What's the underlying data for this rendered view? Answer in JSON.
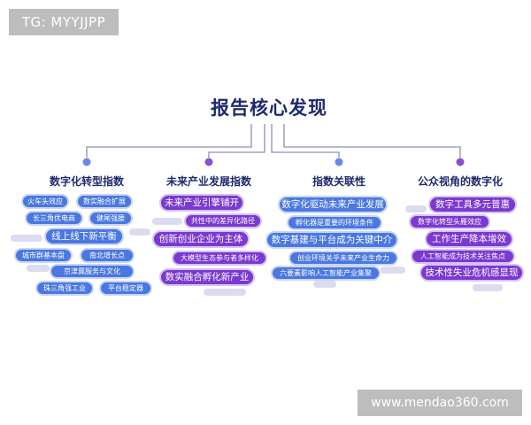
{
  "watermark_top": "TG: MYYJJPP",
  "watermark_bottom": "www.mendao360.com",
  "title": "报告核心发现",
  "columns": [
    {
      "title": "数字化转型指数",
      "items": [
        "火车头效应",
        "数实融合扩展",
        "长三角优电商",
        "健尾强腰",
        "线上线下新平衡",
        "城市群基本盘",
        "南北增长点",
        "京津冀服务与文化",
        "珠三角强工业",
        "平台稳定器"
      ]
    },
    {
      "title": "未来产业发展指数",
      "items": [
        "未来产业引擎铺开",
        "共性中的差异化路径",
        "创新创业企业为主体",
        "大模型生态参与者多样化",
        "数实融合孵化新产业"
      ]
    },
    {
      "title": "指数关联性",
      "items": [
        "数字化驱动未来产业发展",
        "孵化器是重要的环境条件",
        "数字基建与平台成为关键中介",
        "创业环境关乎未来产业生命力",
        "六要素影响人工智能产业集聚"
      ]
    },
    {
      "title": "公众视角的数字化",
      "items": [
        "数字工具多元普惠",
        "数字化转型头雁效应",
        "工作生产降本增效",
        "人工智能成为技术关注焦点",
        "技术性失业危机感显现"
      ]
    }
  ],
  "colors": {
    "title": "#1f2a6e",
    "line": "#8f8fb8",
    "blue": "#4a78e0",
    "purple": "#7a39d0"
  }
}
